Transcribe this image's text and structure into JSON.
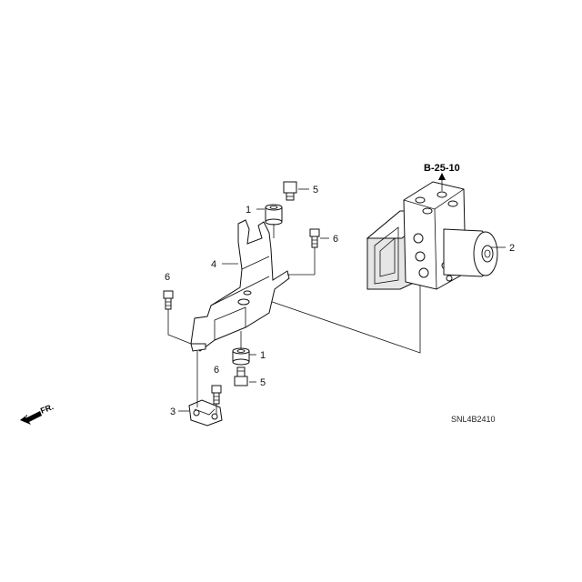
{
  "diagram": {
    "reference_code": "B-25-10",
    "drawing_code": "SNL4B2410",
    "front_indicator": "FR.",
    "callouts": {
      "c1_top": "1",
      "c5_top": "5",
      "c6_right": "6",
      "c2": "2",
      "c4": "4",
      "c6_left": "6",
      "c1_bottom": "1",
      "c6_bottom": "6",
      "c5_bottom": "5",
      "c3": "3"
    }
  }
}
